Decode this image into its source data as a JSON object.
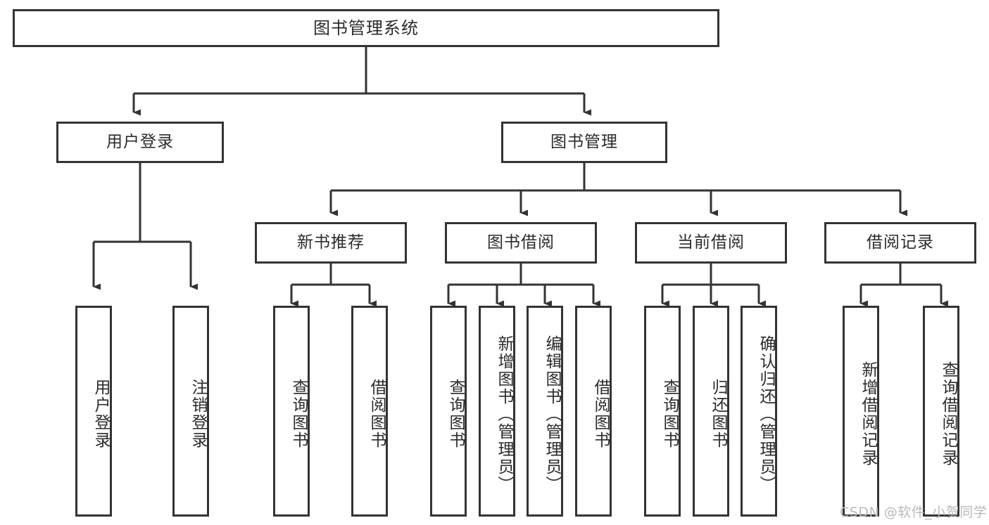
{
  "diagram": {
    "title": "图书管理系统",
    "type": "tree-hierarchy-chart",
    "root": {
      "id": "root",
      "label": "图书管理系统"
    },
    "level2": [
      {
        "id": "user-login",
        "label": "用户登录"
      },
      {
        "id": "book-manage",
        "label": "图书管理"
      }
    ],
    "level3": [
      {
        "id": "new-book-recommend",
        "label": "新书推荐",
        "parent": "book-manage"
      },
      {
        "id": "book-borrow",
        "label": "图书借阅",
        "parent": "book-manage"
      },
      {
        "id": "current-borrow",
        "label": "当前借阅",
        "parent": "book-manage"
      },
      {
        "id": "borrow-record",
        "label": "借阅记录",
        "parent": "book-manage"
      }
    ],
    "leaves": [
      {
        "id": "leaf-user-login",
        "label": "用户登录",
        "parent": "user-login"
      },
      {
        "id": "leaf-logout-login",
        "label": "注销登录",
        "parent": "user-login"
      },
      {
        "id": "leaf-query-book-1",
        "label": "查询图书",
        "parent": "new-book-recommend"
      },
      {
        "id": "leaf-borrow-book-1",
        "label": "借阅图书",
        "parent": "new-book-recommend"
      },
      {
        "id": "leaf-query-book-2",
        "label": "查询图书",
        "parent": "book-borrow"
      },
      {
        "id": "leaf-add-book",
        "label": "新增图书（管理员）",
        "parent": "book-borrow"
      },
      {
        "id": "leaf-edit-book",
        "label": "编辑图书（管理员）",
        "parent": "book-borrow"
      },
      {
        "id": "leaf-borrow-book-2",
        "label": "借阅图书",
        "parent": "book-borrow"
      },
      {
        "id": "leaf-query-book-3",
        "label": "查询图书",
        "parent": "current-borrow"
      },
      {
        "id": "leaf-return-book",
        "label": "归还图书",
        "parent": "current-borrow"
      },
      {
        "id": "leaf-confirm-return",
        "label": "确认归还（管理员）",
        "parent": "current-borrow"
      },
      {
        "id": "leaf-add-record",
        "label": "新增借阅记录",
        "parent": "borrow-record"
      },
      {
        "id": "leaf-query-record",
        "label": "查询借阅记录",
        "parent": "borrow-record"
      }
    ],
    "watermark": "CSDN @软件_小贺同学",
    "colors": {
      "border": "#333333",
      "text": "#2b2b2b",
      "background": "#ffffff",
      "connector": "#333333",
      "watermark": "#b9b9b9"
    }
  }
}
